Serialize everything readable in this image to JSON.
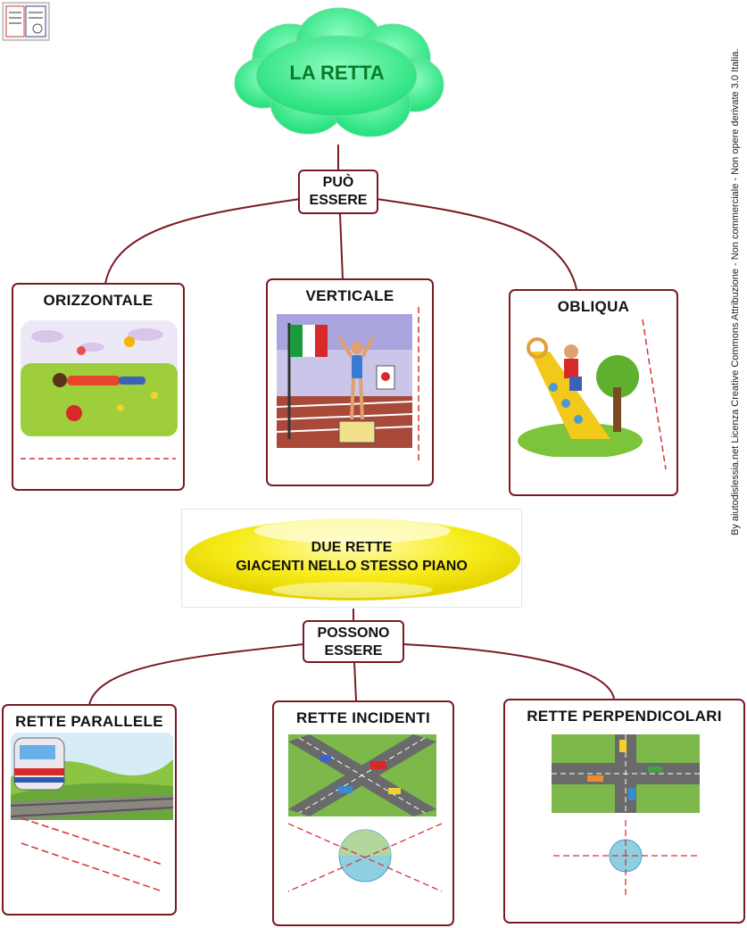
{
  "title": "LA RETTA",
  "connector1": [
    "PUÒ",
    "ESSERE"
  ],
  "types": [
    {
      "label": "ORIZZONTALE"
    },
    {
      "label": "VERTICALE"
    },
    {
      "label": "OBLIQUA"
    }
  ],
  "middle": {
    "line1": "DUE RETTE",
    "line2": "GIACENTI NELLO STESSO PIANO"
  },
  "connector2": [
    "POSSONO",
    "ESSERE"
  ],
  "pairs": [
    {
      "label": "RETTE PARALLELE"
    },
    {
      "label": "RETTE INCIDENTI"
    },
    {
      "label": "RETTE PERPENDICOLARI"
    }
  ],
  "credit": "By aiutodislessia.net Licenza Creative Commons Attribuzione - Non commerciale - Non opere derivate 3.0 Italia.",
  "colors": {
    "border": "#7a1a22",
    "cloud": "#33ee88",
    "title": "#0c7a2a",
    "ellipse": "#f5ea1a",
    "dash": "#d8323c"
  }
}
